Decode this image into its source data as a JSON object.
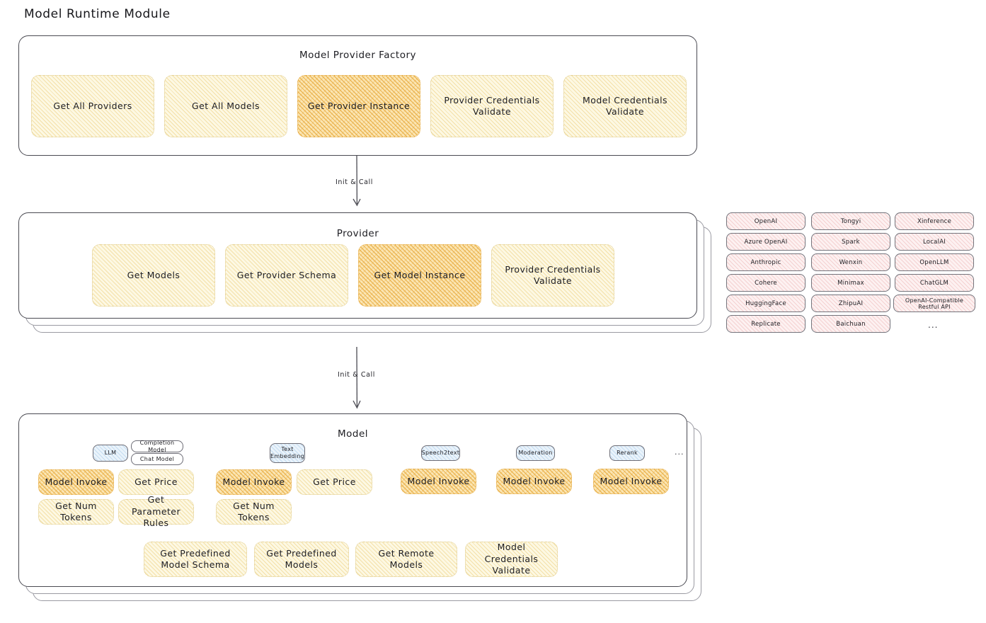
{
  "page": {
    "title": "Model Runtime Module"
  },
  "factory": {
    "title": "Model Provider Factory",
    "nodes": [
      {
        "label": "Get All Providers",
        "highlight": false
      },
      {
        "label": "Get All Models",
        "highlight": false
      },
      {
        "label": "Get Provider Instance",
        "highlight": true
      },
      {
        "label": "Provider Credentials Validate",
        "highlight": false
      },
      {
        "label": "Model Credentials Validate",
        "highlight": false
      }
    ]
  },
  "arrows": [
    {
      "label": "Init & Call"
    },
    {
      "label": "Init & Call"
    }
  ],
  "provider": {
    "title": "Provider",
    "nodes": [
      {
        "label": "Get Models",
        "highlight": false
      },
      {
        "label": "Get Provider Schema",
        "highlight": false
      },
      {
        "label": "Get Model Instance",
        "highlight": true
      },
      {
        "label": "Provider Credentials Validate",
        "highlight": false
      }
    ]
  },
  "provider_list": {
    "columns": [
      [
        "OpenAI",
        "Azure OpenAI",
        "Anthropic",
        "Cohere",
        "HuggingFace",
        "Replicate"
      ],
      [
        "Tongyi",
        "Spark",
        "Wenxin",
        "Minimax",
        "ZhipuAI",
        "Baichuan"
      ],
      [
        "Xinference",
        "LocalAI",
        "OpenLLM",
        "ChatGLM",
        "OpenAI-Compatible Restful API"
      ]
    ],
    "more": "..."
  },
  "model": {
    "title": "Model",
    "more": "...",
    "types": [
      {
        "name": "LLM",
        "subtypes": [
          "Completion Model",
          "Chat Model"
        ]
      },
      {
        "name": "Text Embedding",
        "subtypes": []
      },
      {
        "name": "Speech2text",
        "subtypes": []
      },
      {
        "name": "Moderation",
        "subtypes": []
      },
      {
        "name": "Rerank",
        "subtypes": []
      }
    ],
    "methods": [
      {
        "label": "Model Invoke",
        "highlight": true
      },
      {
        "label": "Get Price",
        "highlight": false
      },
      {
        "label": "Get Num Tokens",
        "highlight": false
      },
      {
        "label": "Get Parameter Rules",
        "highlight": false
      },
      {
        "label": "Model Invoke",
        "highlight": true
      },
      {
        "label": "Get Price",
        "highlight": false
      },
      {
        "label": "Get Num Tokens",
        "highlight": false
      },
      {
        "label": "Model Invoke",
        "highlight": true
      },
      {
        "label": "Model Invoke",
        "highlight": true
      },
      {
        "label": "Model Invoke",
        "highlight": true
      }
    ],
    "common": [
      {
        "label": "Get Predefined Model Schema"
      },
      {
        "label": "Get Predefined Models"
      },
      {
        "label": "Get Remote Models"
      },
      {
        "label": "Model Credentials Validate"
      }
    ]
  },
  "colors": {
    "highlight_fill": "#fbe6b4",
    "normal_fill": "#fdf8e3",
    "provider_chip_fill": "#fdf1f1",
    "model_type_fill": "#eaf3fb",
    "stroke": "#4a4a52",
    "text": "#1d1d22"
  }
}
